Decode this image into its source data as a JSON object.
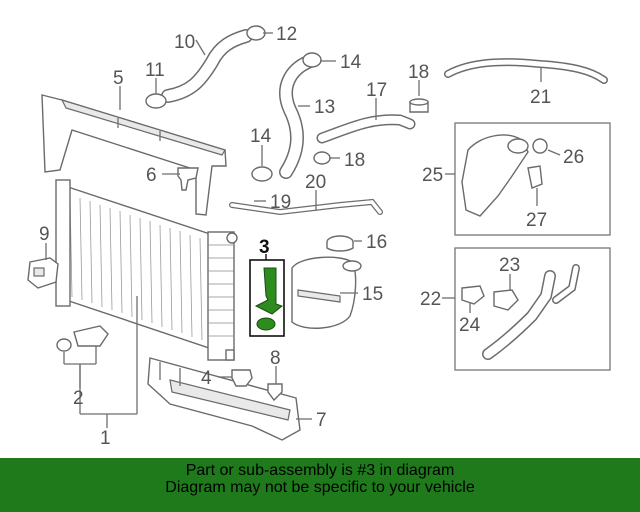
{
  "callouts": {
    "c1": "1",
    "c2": "2",
    "c3": "3",
    "c4": "4",
    "c5": "5",
    "c6": "6",
    "c7": "7",
    "c8": "8",
    "c9": "9",
    "c10": "10",
    "c11": "11",
    "c12": "12",
    "c13": "13",
    "c14a": "14",
    "c14b": "14",
    "c15": "15",
    "c16": "16",
    "c17": "17",
    "c18a": "18",
    "c18b": "18",
    "c19": "19",
    "c20": "20",
    "c21": "21",
    "c22": "22",
    "c23": "23",
    "c24": "24",
    "c25": "25",
    "c26": "26",
    "c27": "27"
  },
  "highlighted_part": "3",
  "colors": {
    "banner": "#1f7a1c",
    "highlight_part": "#2e8b1e",
    "line": "#6e6e6e"
  },
  "footer": {
    "line1": "Part or sub-assembly is #3 in diagram",
    "line2": "Diagram may not be specific to your vehicle"
  }
}
